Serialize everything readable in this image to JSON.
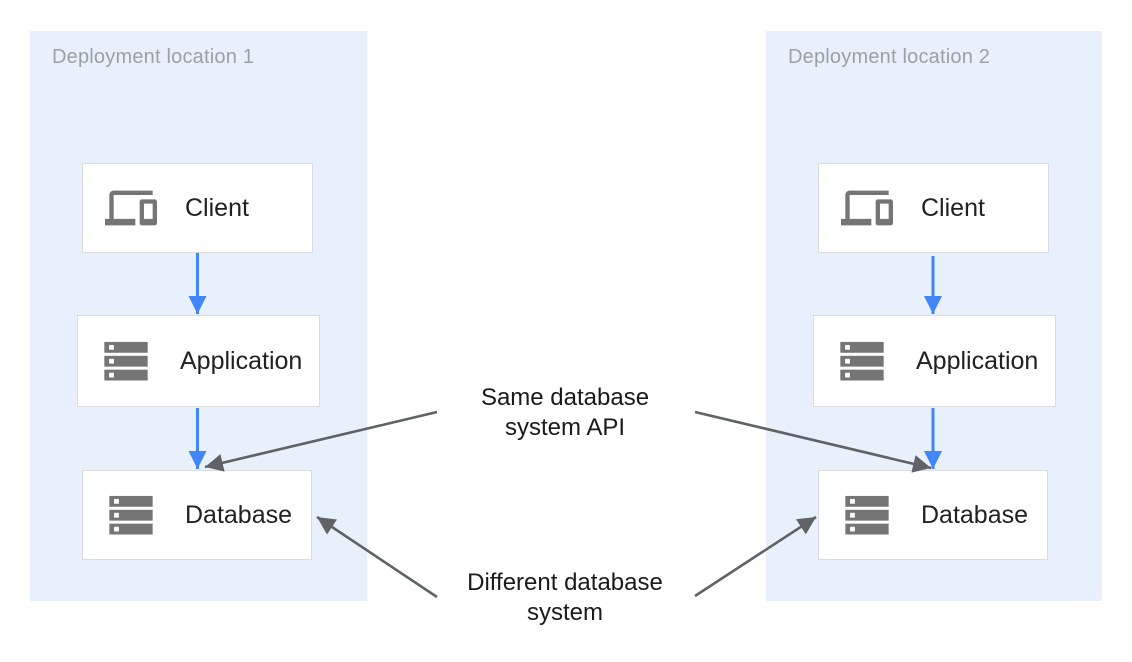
{
  "zones": [
    {
      "title": "Deployment location 1",
      "boxes": [
        {
          "label": "Client",
          "icon": "devices-icon"
        },
        {
          "label": "Application",
          "icon": "server-stack-icon"
        },
        {
          "label": "Database",
          "icon": "server-stack-icon"
        }
      ]
    },
    {
      "title": "Deployment location 2",
      "boxes": [
        {
          "label": "Client",
          "icon": "devices-icon"
        },
        {
          "label": "Application",
          "icon": "server-stack-icon"
        },
        {
          "label": "Database",
          "icon": "server-stack-icon"
        }
      ]
    }
  ],
  "annotations": [
    {
      "id": "same-database-api",
      "line1": "Same database",
      "line2": "system API"
    },
    {
      "id": "different-database-system",
      "line1": "Different database",
      "line2": "system"
    }
  ],
  "colors": {
    "zone_fill": "#E8F1FB",
    "zone_title": "#9AA0A6",
    "box_border": "#DADCE0",
    "label_text": "#202124",
    "icon_gray": "#757575",
    "flow_arrow": "#4285F4",
    "annotation_arrow": "#5F6368",
    "annotation_text": "#1A1A1A",
    "page_bg": "#FFFFFF"
  }
}
